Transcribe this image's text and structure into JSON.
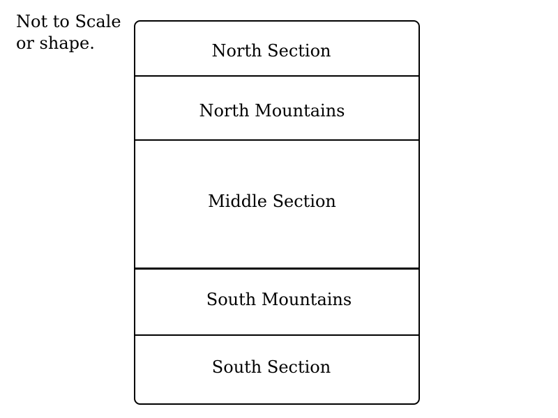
{
  "note": {
    "line1": "Not to Scale",
    "line2": "or shape."
  },
  "sections": [
    "North Section",
    "North Mountains",
    "Middle Section",
    "South Mountains",
    "South Section"
  ]
}
